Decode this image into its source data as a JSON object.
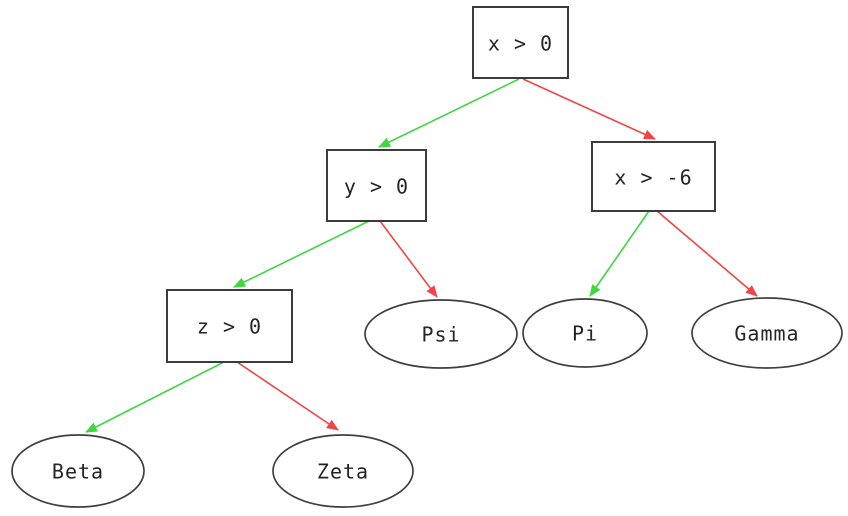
{
  "diagram": {
    "kind": "decision-tree",
    "background_color": "#ffffff"
  },
  "colors": {
    "true_branch": "#3fd63f",
    "false_branch": "#f24444",
    "node_border": "#3b3b3b",
    "label_text": "#242424"
  },
  "nodes": {
    "root": {
      "label": "x > 0",
      "kind": "decision"
    },
    "y0": {
      "label": "y > 0",
      "kind": "decision"
    },
    "xn6": {
      "label": "x > -6",
      "kind": "decision"
    },
    "z0": {
      "label": "z > 0",
      "kind": "decision"
    },
    "psi": {
      "label": "Psi",
      "kind": "leaf"
    },
    "pi": {
      "label": "Pi",
      "kind": "leaf"
    },
    "gamma": {
      "label": "Gamma",
      "kind": "leaf"
    },
    "beta": {
      "label": "Beta",
      "kind": "leaf"
    },
    "zeta": {
      "label": "Zeta",
      "kind": "leaf"
    }
  },
  "edges": [
    {
      "from": "x > 0",
      "to": "y > 0",
      "branch": "true"
    },
    {
      "from": "x > 0",
      "to": "x > -6",
      "branch": "false"
    },
    {
      "from": "y > 0",
      "to": "z > 0",
      "branch": "true"
    },
    {
      "from": "y > 0",
      "to": "Psi",
      "branch": "false"
    },
    {
      "from": "x > -6",
      "to": "Pi",
      "branch": "true"
    },
    {
      "from": "x > -6",
      "to": "Gamma",
      "branch": "false"
    },
    {
      "from": "z > 0",
      "to": "Beta",
      "branch": "true"
    },
    {
      "from": "z > 0",
      "to": "Zeta",
      "branch": "false"
    }
  ]
}
